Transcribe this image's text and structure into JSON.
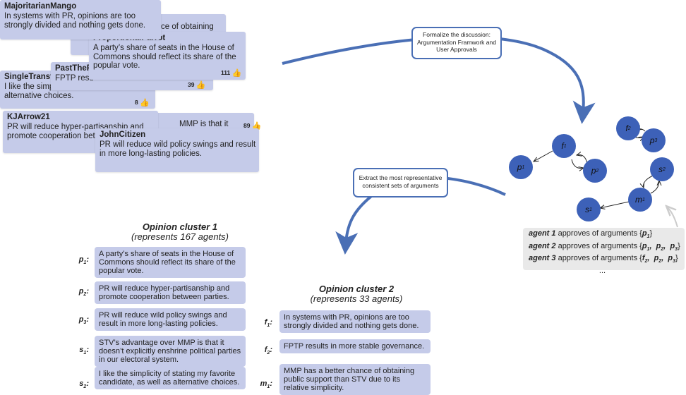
{
  "comments": {
    "c_majoritarian": {
      "author": "MajoritarianMango",
      "text": "In systems with PR, opinions are too strongly divided and nothing gets done."
    },
    "c_hidden1": {
      "author": "",
      "text": "ce of obtaining"
    },
    "c_proportional": {
      "author": "ProportionalParrot",
      "text": "A party’s share of seats in the House of Commons should reflect its share of the popular vote.",
      "likes": "111"
    },
    "c_pastthe": {
      "author": "PastTheP",
      "text": "FPTP resu"
    },
    "c_single": {
      "author": "SingleTransfe",
      "text": "I like the simp candidate, as well as alternative choices.",
      "likes": "8"
    },
    "c_likes39": {
      "likes": "39"
    },
    "c_kjarrow": {
      "author": "KJArrow21",
      "text": "PR will reduce hyper-partisanship and promote cooperation bet"
    },
    "c_mmp": {
      "text": "MMP is that it",
      "likes": "89"
    },
    "c_johncitizen": {
      "author": "JohnCitizen",
      "text": "PR will reduce wild policy swings and result in more long-lasting policies."
    }
  },
  "callouts": {
    "formalize": "Formalize the discussion: Argumentation Framwork and User Approvals",
    "extract": "Extract the most representative consistent sets of arguments"
  },
  "graph": {
    "nodes": [
      {
        "id": "p",
        "sub": "1"
      },
      {
        "id": "f",
        "sub": "1"
      },
      {
        "id": "p",
        "sub": "2"
      },
      {
        "id": "f",
        "sub": "2"
      },
      {
        "id": "p",
        "sub": "3"
      },
      {
        "id": "s",
        "sub": "2"
      },
      {
        "id": "m",
        "sub": "1"
      },
      {
        "id": "s",
        "sub": "1"
      }
    ]
  },
  "approvals": [
    {
      "agent": "agent 1",
      "text": " approves of arguments {",
      "args": [
        [
          "p",
          "1"
        ]
      ]
    },
    {
      "agent": "agent 2",
      "text": " approves of arguments {",
      "args": [
        [
          "p",
          "1"
        ],
        [
          "p",
          "2"
        ],
        [
          "p",
          "3"
        ]
      ]
    },
    {
      "agent": "agent 3",
      "text": " approves of arguments {",
      "args": [
        [
          "f",
          "2"
        ],
        [
          "p",
          "2"
        ],
        [
          "p",
          "3"
        ]
      ]
    }
  ],
  "approvals_more": "...",
  "cluster1": {
    "title": "Opinion cluster 1",
    "subtitle": "(represents 167 agents)",
    "items": [
      {
        "label": "p",
        "sub": "1",
        "text": "A party’s share of seats in the House of Commons should reflect its share of the popular vote."
      },
      {
        "label": "p",
        "sub": "2",
        "text": "PR will reduce hyper-partisanship and promote cooperation between parties."
      },
      {
        "label": "p",
        "sub": "3",
        "text": "PR will reduce wild policy swings and result in more long-lasting policies."
      },
      {
        "label": "s",
        "sub": "1",
        "text": "STV’s advantage over MMP is that it doesn’t explicitly enshrine political parties in our electoral system."
      },
      {
        "label": "s",
        "sub": "2",
        "text": "I like the simplicity of stating my favorite candidate, as well as alternative choices."
      }
    ]
  },
  "cluster2": {
    "title": "Opinion cluster 2",
    "subtitle": "(represents 33 agents)",
    "items": [
      {
        "label": "f",
        "sub": "1",
        "text": "In systems with PR, opinions are too strongly divided and nothing gets done."
      },
      {
        "label": "f",
        "sub": "2",
        "text": "FPTP results in more stable governance."
      },
      {
        "label": "m",
        "sub": "1",
        "text": "MMP has a better chance of obtaining public support than STV due to its relative simplicity."
      }
    ]
  },
  "colors": {
    "node": "#3d61b8",
    "bubble": "#c5cbe9",
    "arrow": "#4a6fb5",
    "panel": "#e9e9e9"
  }
}
